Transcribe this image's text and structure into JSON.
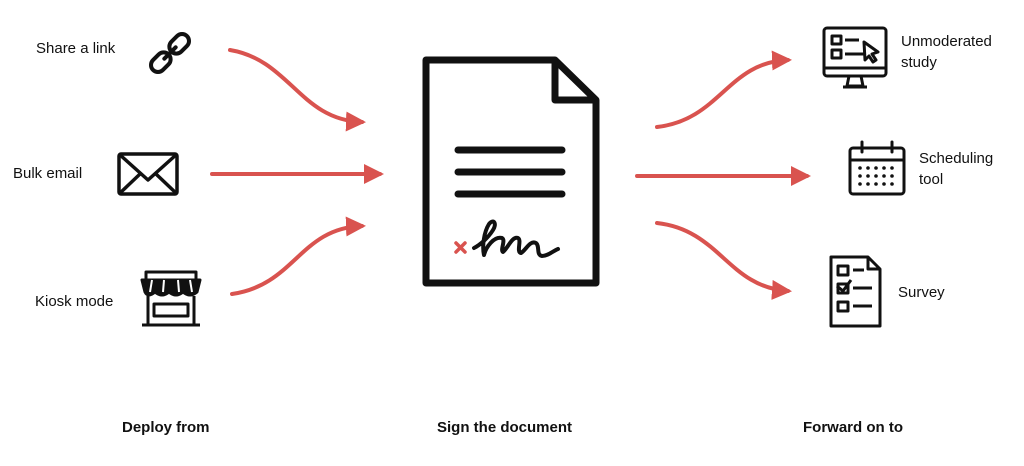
{
  "sources": [
    {
      "label": "Share a link",
      "icon": "chain-link-icon"
    },
    {
      "label": "Bulk email",
      "icon": "envelope-icon"
    },
    {
      "label": "Kiosk mode",
      "icon": "storefront-kiosk-icon"
    }
  ],
  "center": {
    "icon": "signed-document-icon"
  },
  "destinations": [
    {
      "line1": "Unmoderated",
      "line2": "study",
      "icon": "monitor-form-icon"
    },
    {
      "line1": "Scheduling",
      "line2": "tool",
      "icon": "calendar-icon"
    },
    {
      "label": "Survey",
      "icon": "checklist-icon"
    }
  ],
  "footer": {
    "left": "Deploy from",
    "center": "Sign the document",
    "right": "Forward on to"
  },
  "colors": {
    "arrow": "#d9534f",
    "ink": "#111111"
  }
}
